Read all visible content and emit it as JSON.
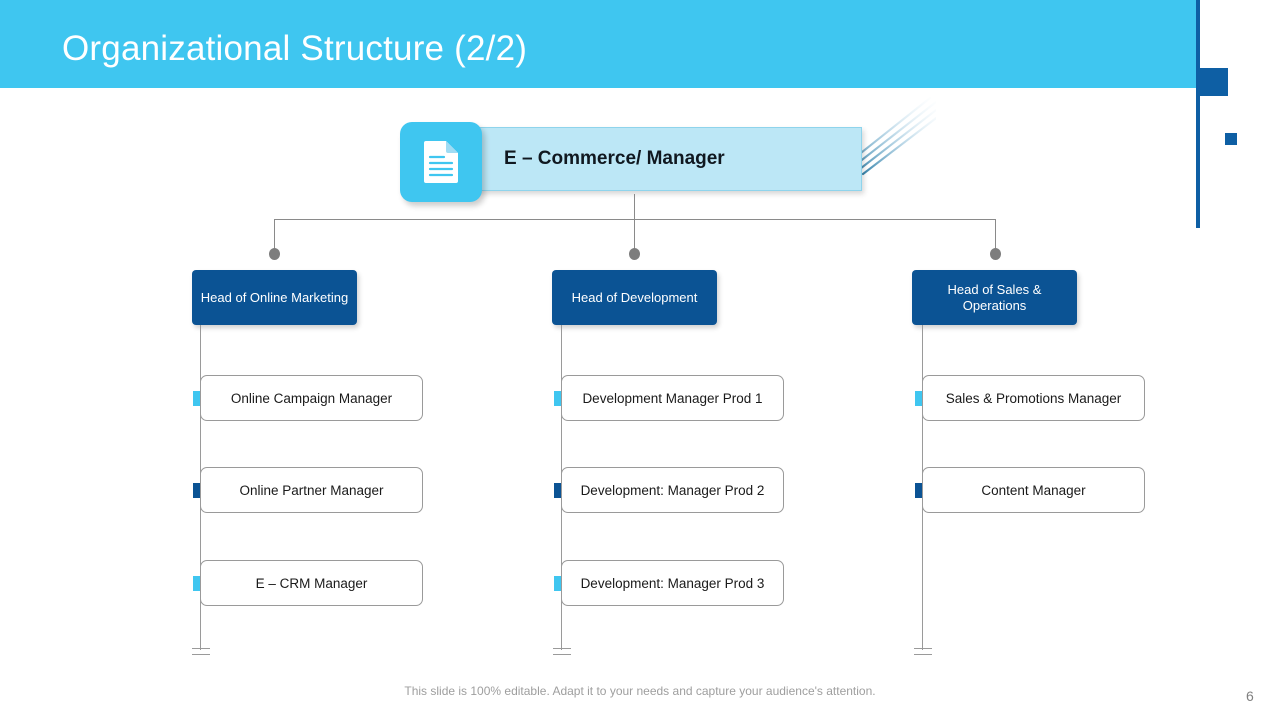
{
  "slide": {
    "title": "Organizational Structure (2/2)",
    "page_number": "6",
    "footer_note": "This slide is 100% editable. Adapt it to your needs and capture your audience's attention.",
    "colors": {
      "header_blue": "#3FC6F0",
      "dark_blue": "#0B5394",
      "accent_rule_blue": "#0E5FA4",
      "card_panel_blue": "#BCE7F6",
      "box_border_gray": "#9A9A9A",
      "connector_gray": "#8A8A8A",
      "footer_gray": "#9E9E9E"
    }
  },
  "root_node": {
    "label": "E – Commerce/ Manager",
    "icon": "document-icon"
  },
  "columns": [
    {
      "head": "Head of Online Marketing",
      "items": [
        {
          "label": "Online Campaign Manager",
          "marker": "light"
        },
        {
          "label": "Online Partner Manager",
          "marker": "dark"
        },
        {
          "label": "E – CRM Manager",
          "marker": "light"
        }
      ]
    },
    {
      "head": "Head of Development",
      "items": [
        {
          "label": "Development  Manager Prod 1",
          "marker": "light"
        },
        {
          "label": "Development:  Manager Prod 2",
          "marker": "dark"
        },
        {
          "label": "Development:  Manager Prod 3",
          "marker": "light"
        }
      ]
    },
    {
      "head": "Head of Sales & Operations",
      "items": [
        {
          "label": "Sales & Promotions Manager",
          "marker": "light"
        },
        {
          "label": "Content Manager",
          "marker": "dark"
        }
      ]
    }
  ]
}
